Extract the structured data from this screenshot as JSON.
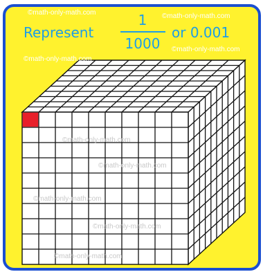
{
  "heading": {
    "prefix": "Represent",
    "numerator": "1",
    "denominator": "1000",
    "suffix": "or 0.001"
  },
  "cube": {
    "grid_size": 10,
    "highlighted_cubes": 1,
    "total_cubes": 1000,
    "highlight_color": "#e8202a",
    "line_color": "#111111",
    "face_color": "#ffffff"
  },
  "colors": {
    "background": "#fff22e",
    "border": "#1b4fd1",
    "heading": "#1e9ee6"
  },
  "watermarks": [
    "©math-only-math.com",
    "©math-only-math.com",
    "©math-only-math.com",
    "©math-only-math.com",
    "©math-only-math.com",
    "©math-only-math.com",
    "©math-only-math.com",
    "©math-only-math.com",
    "©math-only-math.com"
  ]
}
